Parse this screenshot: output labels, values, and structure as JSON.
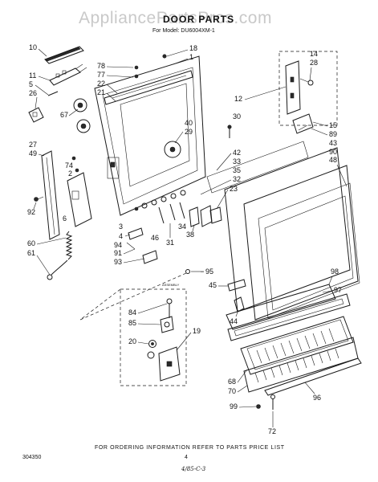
{
  "watermark": "AppliancePartsPros.com",
  "title": "DOOR PARTS",
  "model": "For Model: DU6004XM-1",
  "footer": {
    "order_info": "FOR ORDERING INFORMATION REFER TO PARTS PRICE LIST",
    "doc_number": "304350",
    "page_number": "4",
    "handwritten": "4/85-C-3"
  },
  "callouts": [
    "10",
    "11",
    "5",
    "26",
    "67",
    "27",
    "49",
    "74",
    "2",
    "92",
    "60",
    "61",
    "6",
    "78",
    "77",
    "22",
    "21",
    "18",
    "1",
    "14",
    "28",
    "12",
    "30",
    "15",
    "89",
    "43",
    "90",
    "48",
    "40",
    "29",
    "42",
    "33",
    "35",
    "32",
    "23",
    "3",
    "4",
    "94",
    "91",
    "93",
    "46",
    "31",
    "34",
    "38",
    "95",
    "45",
    "44",
    "98",
    "97",
    "68",
    "70",
    "99",
    "72",
    "96",
    "84",
    "85",
    "20",
    "19"
  ],
  "inset_small_text": "ASSEMBLY"
}
